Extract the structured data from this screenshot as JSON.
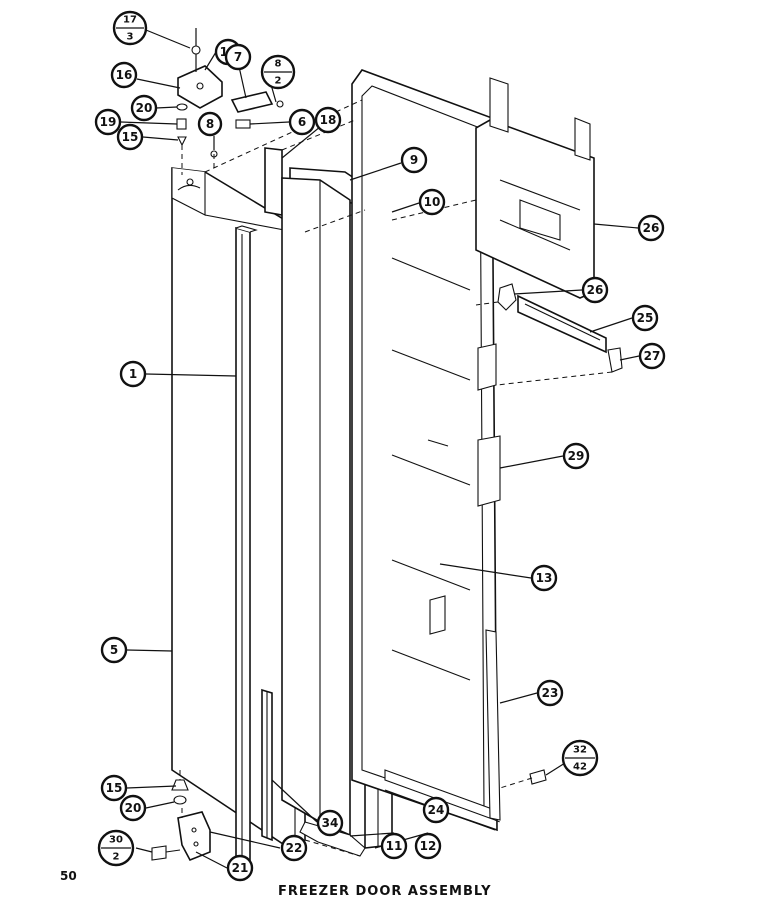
{
  "caption": "FREEZER DOOR ASSEMBLY",
  "page_number": "50",
  "callouts": {
    "c1": "1",
    "c5": "5",
    "c6": "6",
    "c7": "7",
    "c8": "8",
    "c9": "9",
    "c10": "10",
    "c11": "11",
    "c12": "12",
    "c13": "13",
    "c15a": "15",
    "c15b": "15",
    "c16": "16",
    "c18a": "18",
    "c18b": "18",
    "c19": "19",
    "c20a": "20",
    "c20b": "20",
    "c21": "21",
    "c22": "22",
    "c23": "23",
    "c24": "24",
    "c25": "25",
    "c26a": "26",
    "c26b": "26",
    "c27": "27",
    "c29": "29",
    "c34": "34"
  },
  "fraction_callouts": {
    "f17_3": {
      "top": "17",
      "bottom": "3"
    },
    "f8_2": {
      "top": "8",
      "bottom": "2"
    },
    "f32_42": {
      "top": "32",
      "bottom": "42"
    },
    "f30_2": {
      "top": "30",
      "bottom": "2"
    }
  }
}
